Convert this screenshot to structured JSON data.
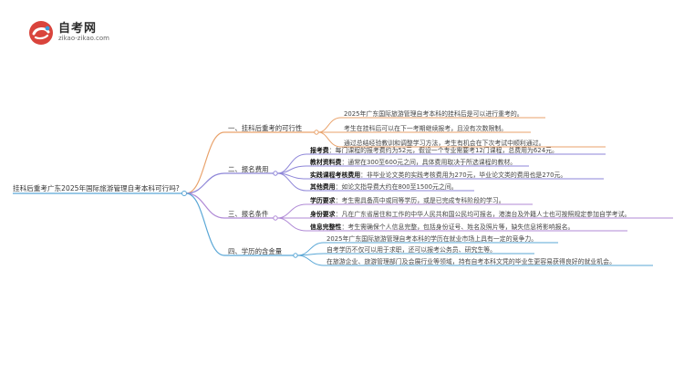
{
  "brand": {
    "title": "自考网",
    "url": "zikao-zikao.com"
  },
  "root": "挂科后重考广东2025年国际旅游管理自考本科可行吗?",
  "branches": [
    {
      "label": "一、挂科后重考的可行性",
      "color": "#e9a26b",
      "items": [
        {
          "text": "2025年广东国际旅游管理自考本科的挂科后是可以进行重考的。"
        },
        {
          "text": "考生在挂科后可以在下一考期继续报考，且没有次数限制。"
        },
        {
          "text": "通过总结经验教训和调整学习方法，考生有机会在下次考试中顺利通过。"
        }
      ]
    },
    {
      "label": "二、报名费用",
      "color": "#8e86d8",
      "items": [
        {
          "key": "报考费",
          "text": "：每门课程的报考费约为52元，假设一个专业需要考12门课程，总费用为624元。"
        },
        {
          "key": "教材资料费",
          "text": "：通常在300至600元之间，具体费用取决于所选课程的教材。"
        },
        {
          "key": "实践课程考核费用",
          "text": "：非毕业论文类的实践考核费用为270元，毕业论文类的费用也是270元。"
        },
        {
          "key": "其他费用",
          "text": "：如论文指导费大约在800至1500元之间。"
        }
      ]
    },
    {
      "label": "三、报名条件",
      "color": "#b08ad6",
      "items": [
        {
          "key": "学历要求",
          "text": "：考生需具备高中或同等学历，或是已完成专科阶段的学习。"
        },
        {
          "key": "身份要求",
          "text": "：凡在广东省居住和工作的中华人民共和国公民均可报名，港澳台及外籍人士也可按照规定参加自学考试。"
        },
        {
          "key": "信息完整性",
          "text": "：考生需确保个人信息完整，包括身份证号、姓名及照片等，缺失信息将影响报名。"
        }
      ]
    },
    {
      "label": "四、学历的含金量",
      "color": "#5aa7d6",
      "items": [
        {
          "text": "2025年广东国际旅游管理自考本科的学历在就业市场上具有一定的竞争力。"
        },
        {
          "text": "自考学历不仅可以用于求职，还可以报考公务员、研究生等。"
        },
        {
          "text": "在旅游企业、旅游管理部门及会展行业等领域，持有自考本科文凭的毕业生更容易获得良好的就业机会。"
        }
      ]
    }
  ]
}
